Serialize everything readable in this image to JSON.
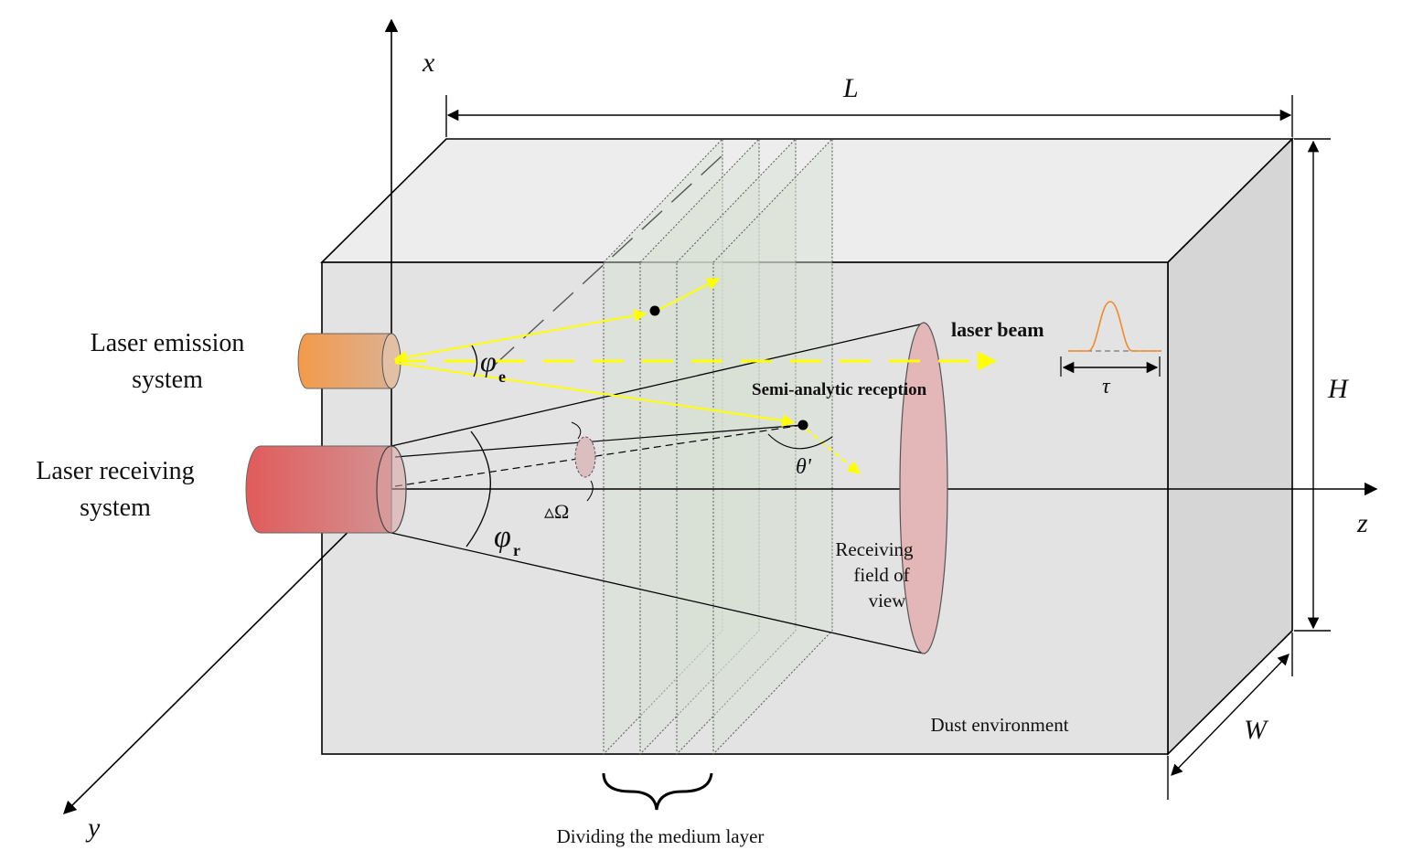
{
  "axes": {
    "x": "x",
    "y": "y",
    "z": "z"
  },
  "dimensions": {
    "length": "L",
    "height": "H",
    "width": "W"
  },
  "labels": {
    "emission_line1": "Laser emission",
    "emission_line2": "system",
    "receiving_line1": "Laser receiving",
    "receiving_line2": "system",
    "laser_beam": "laser beam",
    "semi_analytic": "Semi-analytic reception",
    "tau": "τ",
    "theta": "θ'",
    "phi_e_symbol": "φ",
    "phi_e_sub": "e",
    "phi_r_symbol": "φ",
    "phi_r_sub": "r",
    "delta_omega": "▵Ω",
    "fov_line1": "Receiving",
    "fov_line2": "field of",
    "fov_line3": "view",
    "dust": "Dust environment",
    "dividing": "Dividing the medium layer"
  },
  "colors": {
    "box_front": "#e3e3e3",
    "box_top": "#eeeeee",
    "box_side": "#d6d6d6",
    "beam": "#ffff00",
    "emitter": "#f4a053",
    "receiver": "#e06060",
    "fov_ellipse": "#e3b6b8",
    "pulse": "#ef8a2a",
    "layer": "#d7e1d2"
  }
}
